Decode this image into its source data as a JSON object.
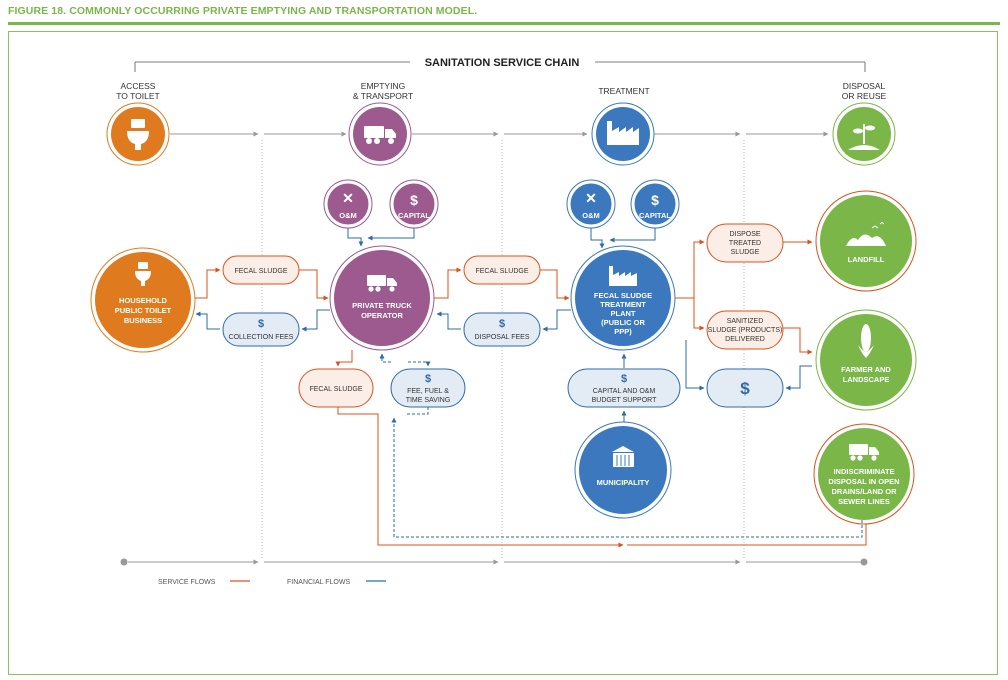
{
  "figure_title": "FIGURE 18. COMMONLY OCCURRING PRIVATE EMPTYING AND TRANSPORTATION MODEL.",
  "chain_title": "SANITATION SERVICE CHAIN",
  "stages": [
    {
      "line1": "ACCESS",
      "line2": "TO TOILET",
      "icon": "toilet-icon"
    },
    {
      "line1": "EMPTYING",
      "line2": "& TRANSPORT",
      "icon": "truck-icon"
    },
    {
      "line1": "TREATMENT",
      "line2": "",
      "icon": "factory-icon"
    },
    {
      "line1": "DISPOSAL",
      "line2": "OR REUSE",
      "icon": "plant-icon"
    }
  ],
  "actors": {
    "household": [
      "HOUSEHOLD",
      "PUBLIC TOILET",
      "BUSINESS"
    ],
    "truck": [
      "PRIVATE TRUCK",
      "OPERATOR"
    ],
    "plant": [
      "FECAL SLUDGE",
      "TREATMENT",
      "PLANT",
      "(PUBLIC OR",
      "PPP)"
    ],
    "landfill": "LANDFILL",
    "farmer": [
      "FARMER AND",
      "LANDSCAPE"
    ],
    "indiscriminate": [
      "INDISCRIMINATE",
      "DISPOSAL IN OPEN",
      "DRAINS/LAND OR",
      "SEWER LINES"
    ],
    "municipality": "MUNICIPALITY"
  },
  "cost_circles": {
    "om": "O&M",
    "capital": "CAPITAL"
  },
  "pills": {
    "fecal_sludge_1": "FECAL SLUDGE",
    "collection_fees": "COLLECTION FEES",
    "fecal_sludge_2": "FECAL SLUDGE",
    "disposal_fees": "DISPOSAL FEES",
    "fecal_sludge_3": "FECAL SLUDGE",
    "fee_fuel": [
      "FEE, FUEL &",
      "TIME SAVING"
    ],
    "dispose_treated": [
      "DISPOSE",
      "TREATED",
      "SLUDGE"
    ],
    "sanitized": [
      "SANITIZED",
      "SLUDGE (PRODUCTS)",
      "DELIVERED"
    ],
    "budget": [
      "CAPITAL AND O&M",
      "BUDGET SUPPORT"
    ]
  },
  "dollar_sign": "$",
  "legend": {
    "service": "SERVICE FLOWS",
    "financial": "FINANCIAL FLOWS"
  },
  "colors": {
    "green": "#7ab648",
    "orange": "#e07a1f",
    "purple": "#9c5a8f",
    "blue": "#3b78bd",
    "service_flow": "#d9531e",
    "financial_flow": "#2e6ba7",
    "pill_orange_fill": "#fbeee6",
    "pill_blue_fill": "#e3ebf5"
  }
}
